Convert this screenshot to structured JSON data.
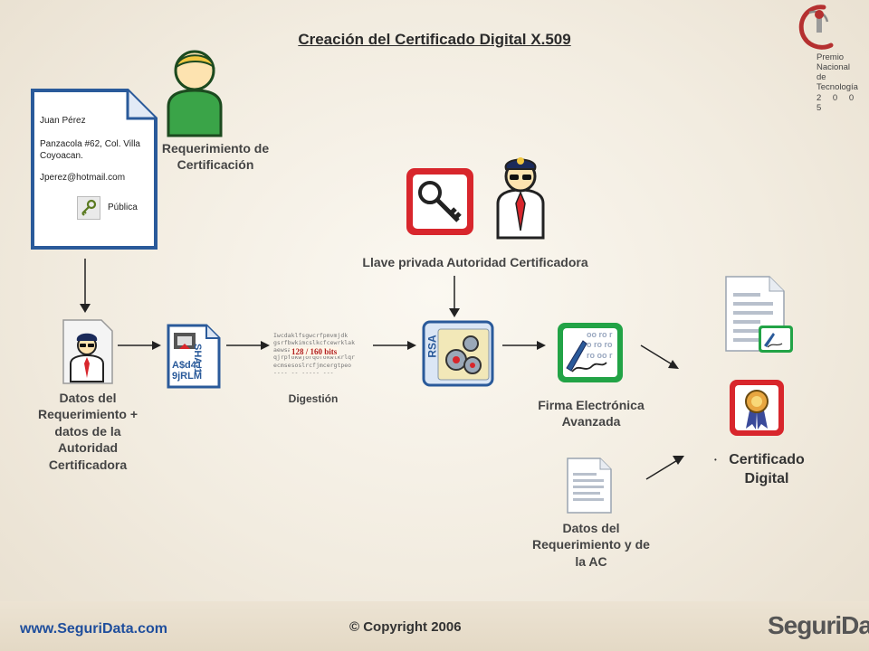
{
  "title": "Creación del Certificado Digital X.509",
  "logo": {
    "lines": [
      "Premio",
      "Nacional",
      "de Tecnología"
    ],
    "year": "2 0 0 5"
  },
  "user_card": {
    "name": "Juan Pérez",
    "address": "Panzacola #62, Col. Villa Coyoacan.",
    "email": "Jperez@hotmail.com",
    "key_label": "Pública"
  },
  "labels": {
    "request": "Requerimiento de Certificación",
    "ca_private_key": "Llave privada Autoridad Certificadora",
    "request_data": "Datos del Requerimiento + datos de la Autoridad Certificadora",
    "digest": "Digestión",
    "signature": "Firma Electrónica Avanzada",
    "request_ac_data": "Datos del Requerimiento y de la AC",
    "certificate": "Certificado Digital"
  },
  "digest": {
    "hash_label": "128 / 160 bits",
    "text_lines": [
      "Iwcdaklfsgwcrfpmvmjdk",
      "gsrfbwkimcslkcfcewrklak",
      "aewsa      zwxlkdyqzkl",
      "qjrpfokwjorqofokwlkrlqr",
      "ecmsesoslrcfjmcergtpeo",
      "---- -- ----- ---"
    ]
  },
  "sha_icon": {
    "top": "SHA-1",
    "hash_a": "A$d41",
    "hash_b": "9jRLM"
  },
  "rsa_label": "RSA",
  "signature_bits": [
    "oo ro r",
    "o ro ro",
    "ro oo r"
  ],
  "footer": {
    "url": "www.SeguriData.com",
    "copyright": "© Copyright 2006",
    "brand_a": "Seguri",
    "brand_b": "Data"
  },
  "colors": {
    "red_tile": "#d8262c",
    "green_tile": "#22a346",
    "blue_doc": "#2a5a9a",
    "brand_blue": "#1f4e9c"
  }
}
